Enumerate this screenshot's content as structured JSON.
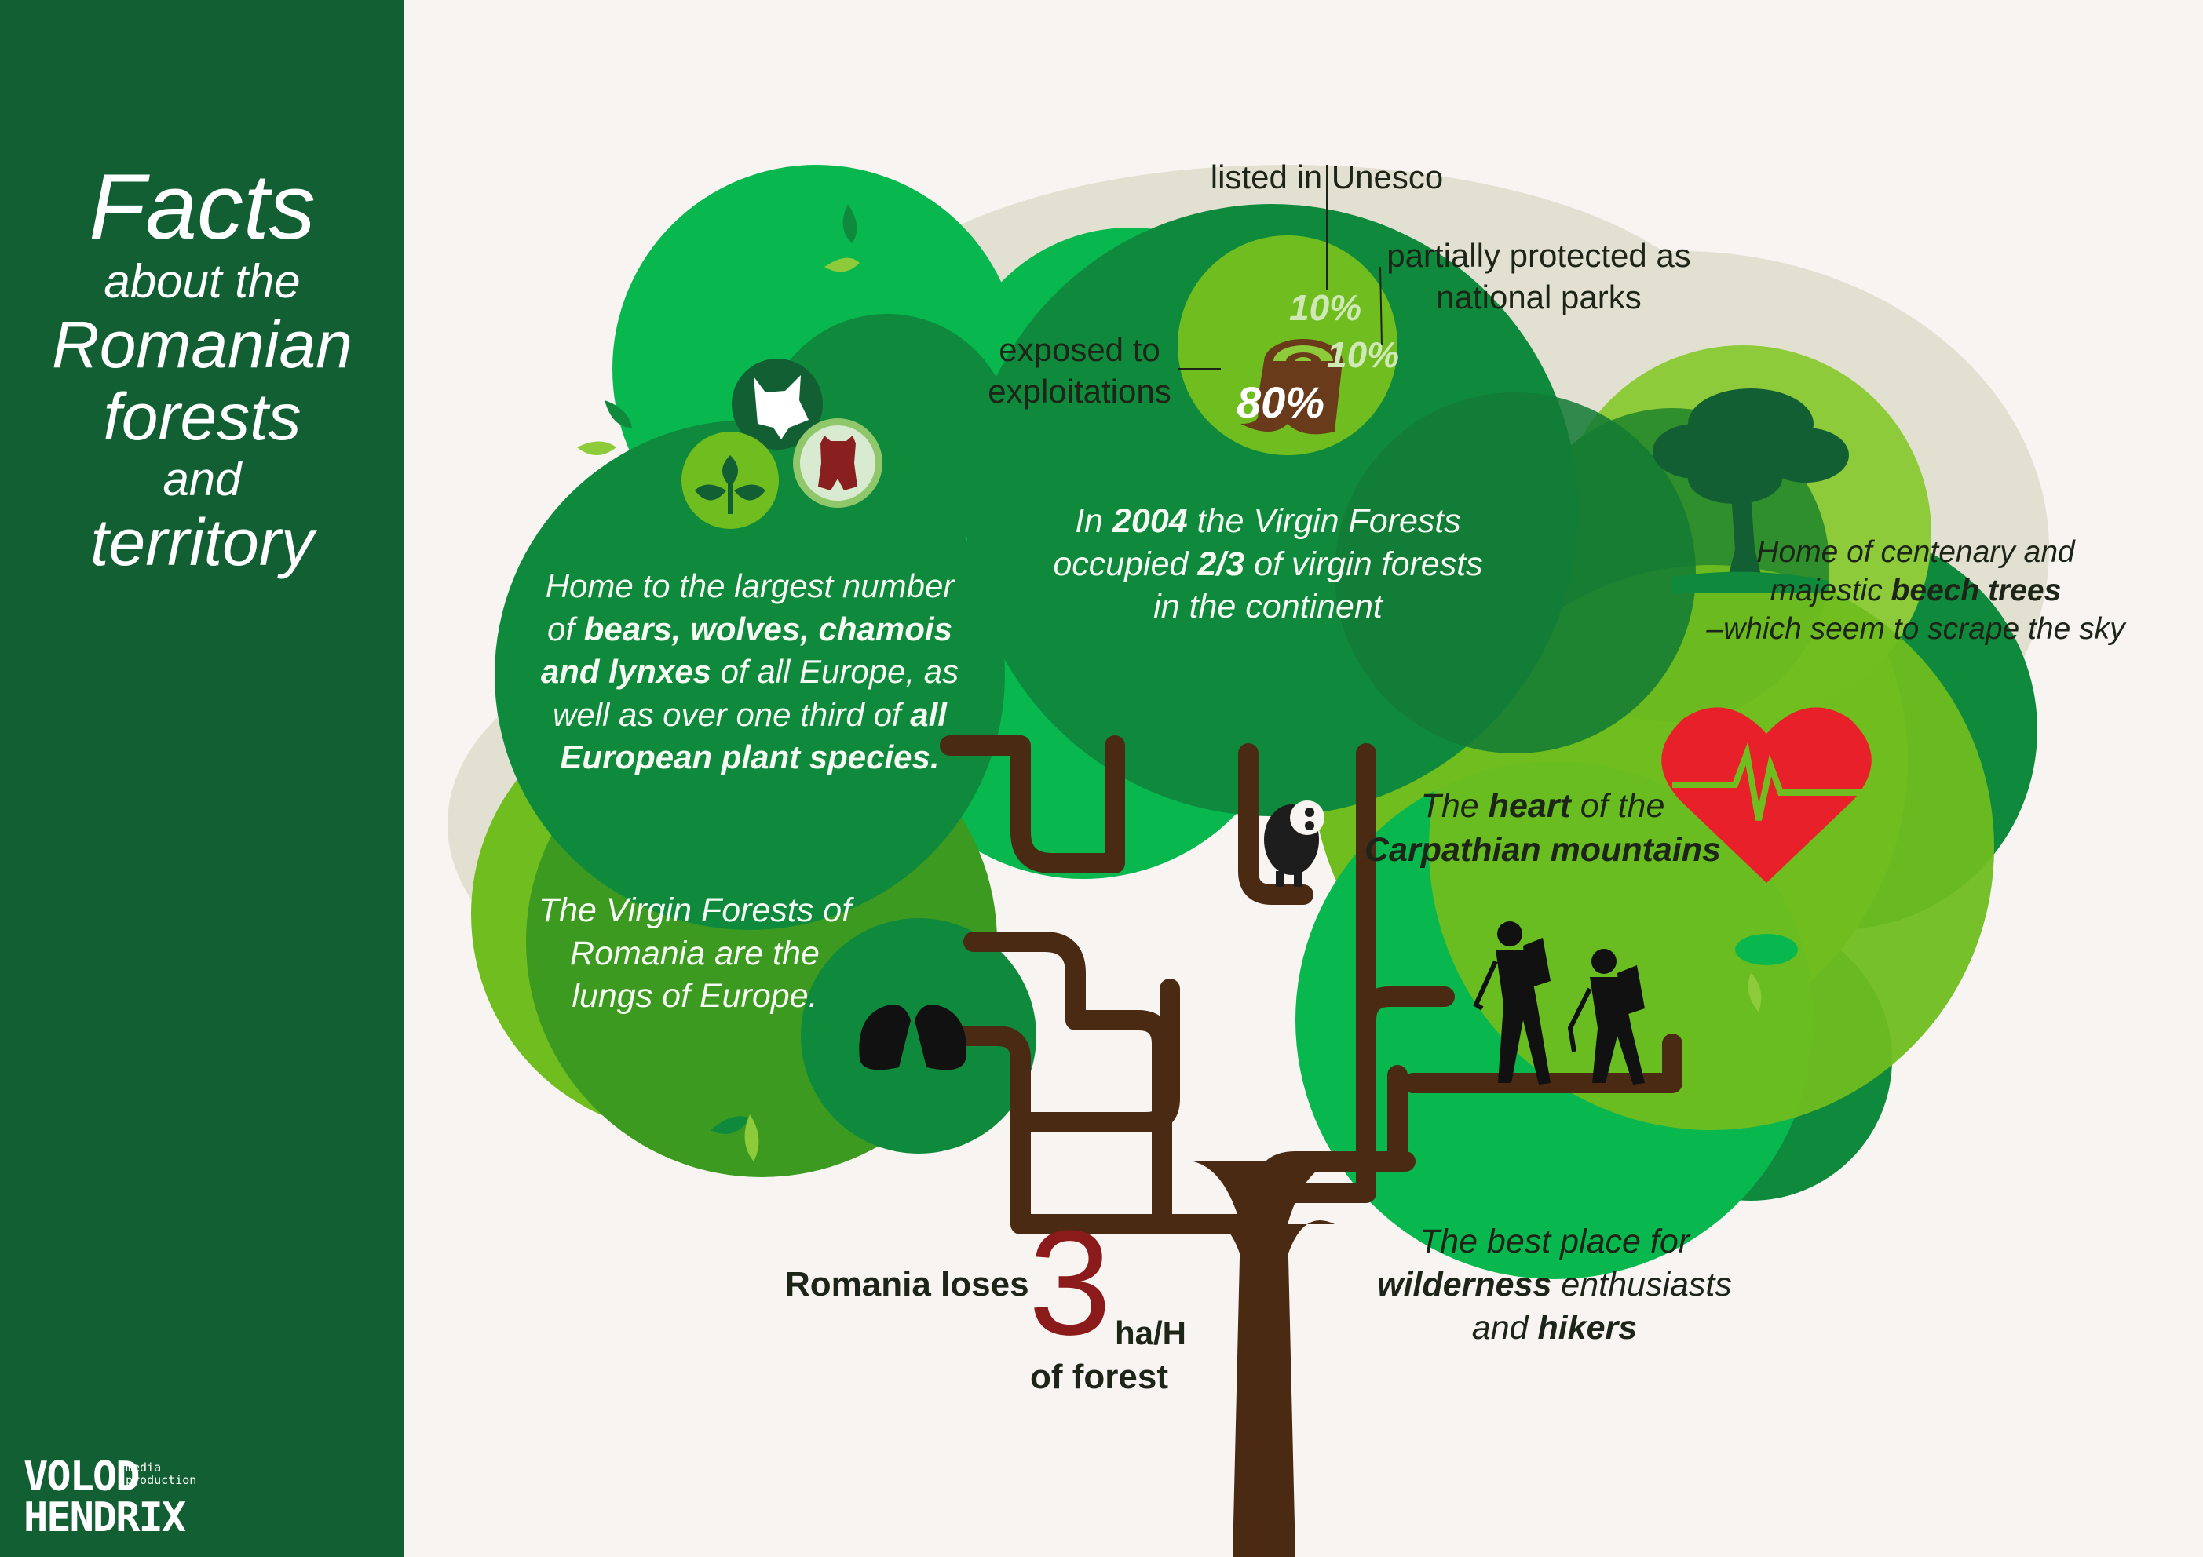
{
  "title": {
    "line1": "Facts",
    "line2": "about the",
    "line3": "Romanian",
    "line4": "forests",
    "line5": "and",
    "line6": "territory"
  },
  "logo": {
    "line1": "VOLOD",
    "line2": "HENDRIX",
    "sub": "media production"
  },
  "colors": {
    "sidebar": "#135f34",
    "dark_green": "#0f8a3c",
    "mid_green": "#08b84f",
    "light_green": "#6fbd1f",
    "trunk": "#4a2a12",
    "heart": "#e82029",
    "loss_number": "#8b1a1a"
  },
  "stats": {
    "unesco_pct": "10%",
    "unesco_label": "listed in Unesco",
    "parks_pct": "10%",
    "parks_label_1": "partially protected as",
    "parks_label_2": "national parks",
    "exploited_pct": "80%",
    "exploited_label_1": "exposed to",
    "exploited_label_2": "exploitations"
  },
  "facts": {
    "virgin_2004": {
      "a": "In ",
      "b": "2004",
      "c": " the Virgin Forests",
      "d": "occupied ",
      "e": "2/3",
      "f": " of virgin forests",
      "g": "in the continent"
    },
    "wildlife": {
      "l1": "Home to the largest number",
      "l2a": "of ",
      "l2b": "bears, wolves, chamois",
      "l3a": "and lynxes",
      "l3b": " of all Europe, as",
      "l4a": "well as over one third of ",
      "l4b": "all",
      "l5": "European plant species."
    },
    "beech": {
      "l1": "Home of centenary and",
      "l2a": "majestic ",
      "l2b": "beech trees",
      "l3": "–which seem to scrape the sky"
    },
    "heart": {
      "l1a": "The ",
      "l1b": "heart",
      "l1c": " of the",
      "l2": "Carpathian mountains"
    },
    "lungs": {
      "l1": "The Virgin Forests of",
      "l2": "Romania are the",
      "l3": "lungs of Europe."
    },
    "hikers": {
      "l1": "The best place for",
      "l2a": "wilderness",
      "l2b": " enthusiasts",
      "l3a": "and ",
      "l3b": "hikers"
    },
    "loss": {
      "prefix": "Romania loses",
      "number": "3",
      "unit": "ha/H",
      "suffix": "of forest"
    }
  },
  "icons": [
    "wolf-icon",
    "plant-icon",
    "bear-icon",
    "stump-icon",
    "tree-icon",
    "heart-pulse-icon",
    "owl-icon",
    "hikers-icon",
    "lungs-icon",
    "leaf-icon"
  ]
}
